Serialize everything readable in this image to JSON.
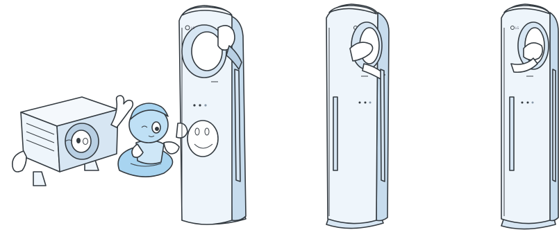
{
  "illustration": {
    "scene": "air-conditioner-cleaning",
    "brand_mark": "LG",
    "panels": [
      {
        "id": "outdoor-unit-and-character",
        "icon": "outdoor-unit-icon"
      },
      {
        "id": "indoor-unit-wipe-top",
        "icon": "tower-ac-icon"
      },
      {
        "id": "indoor-unit-open-panel",
        "icon": "tower-ac-icon"
      },
      {
        "id": "indoor-unit-wipe-vent",
        "icon": "tower-ac-icon"
      }
    ],
    "colors": {
      "line": "#333a40",
      "body": "#eef5fb",
      "shade": "#d7e6f3",
      "character_blue": "#a8d4f0"
    }
  }
}
